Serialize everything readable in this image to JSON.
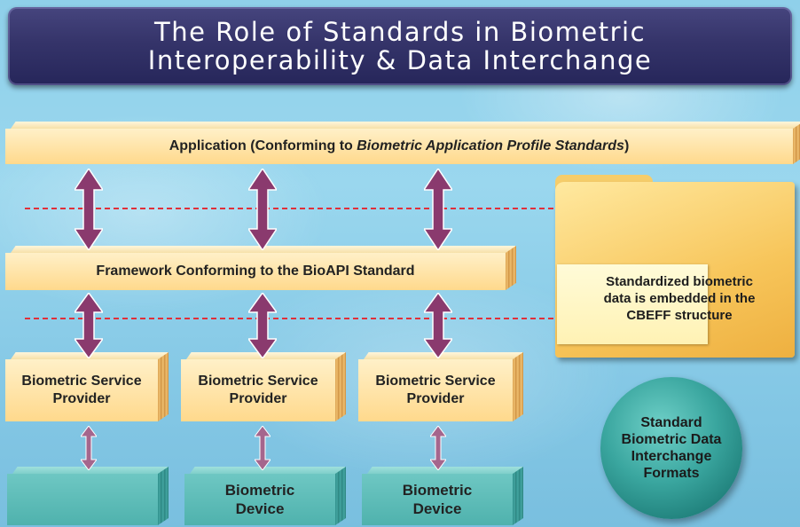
{
  "title": {
    "line1": "The Role of Standards in Biometric",
    "line2": "Interoperability & Data Interchange"
  },
  "application": {
    "prefix": "Application  (Conforming to ",
    "italic": "Biometric Application Profile Standards",
    "suffix": ")"
  },
  "framework": {
    "label": "Framework Conforming to the BioAPI Standard"
  },
  "providers": [
    {
      "label": "Biometric Service\nProvider"
    },
    {
      "label": "Biometric Service\nProvider"
    },
    {
      "label": "Biometric Service\nProvider"
    }
  ],
  "devices": [
    {
      "label": ""
    },
    {
      "label": "Biometric\nDevice"
    },
    {
      "label": "Biometric\nDevice"
    }
  ],
  "cbeff_card": {
    "line1": "Standardized biometric",
    "line2": "data is embedded in the",
    "line3": "CBEFF structure"
  },
  "sphere": {
    "label": "Standard\nBiometric Data\nInterchange\nFormats"
  },
  "colors": {
    "title_bg": "#35346a",
    "box": "#ffd98c",
    "device": "#4fb2ad",
    "arrow": "#8a3a6e",
    "dash": "#e0303a"
  }
}
